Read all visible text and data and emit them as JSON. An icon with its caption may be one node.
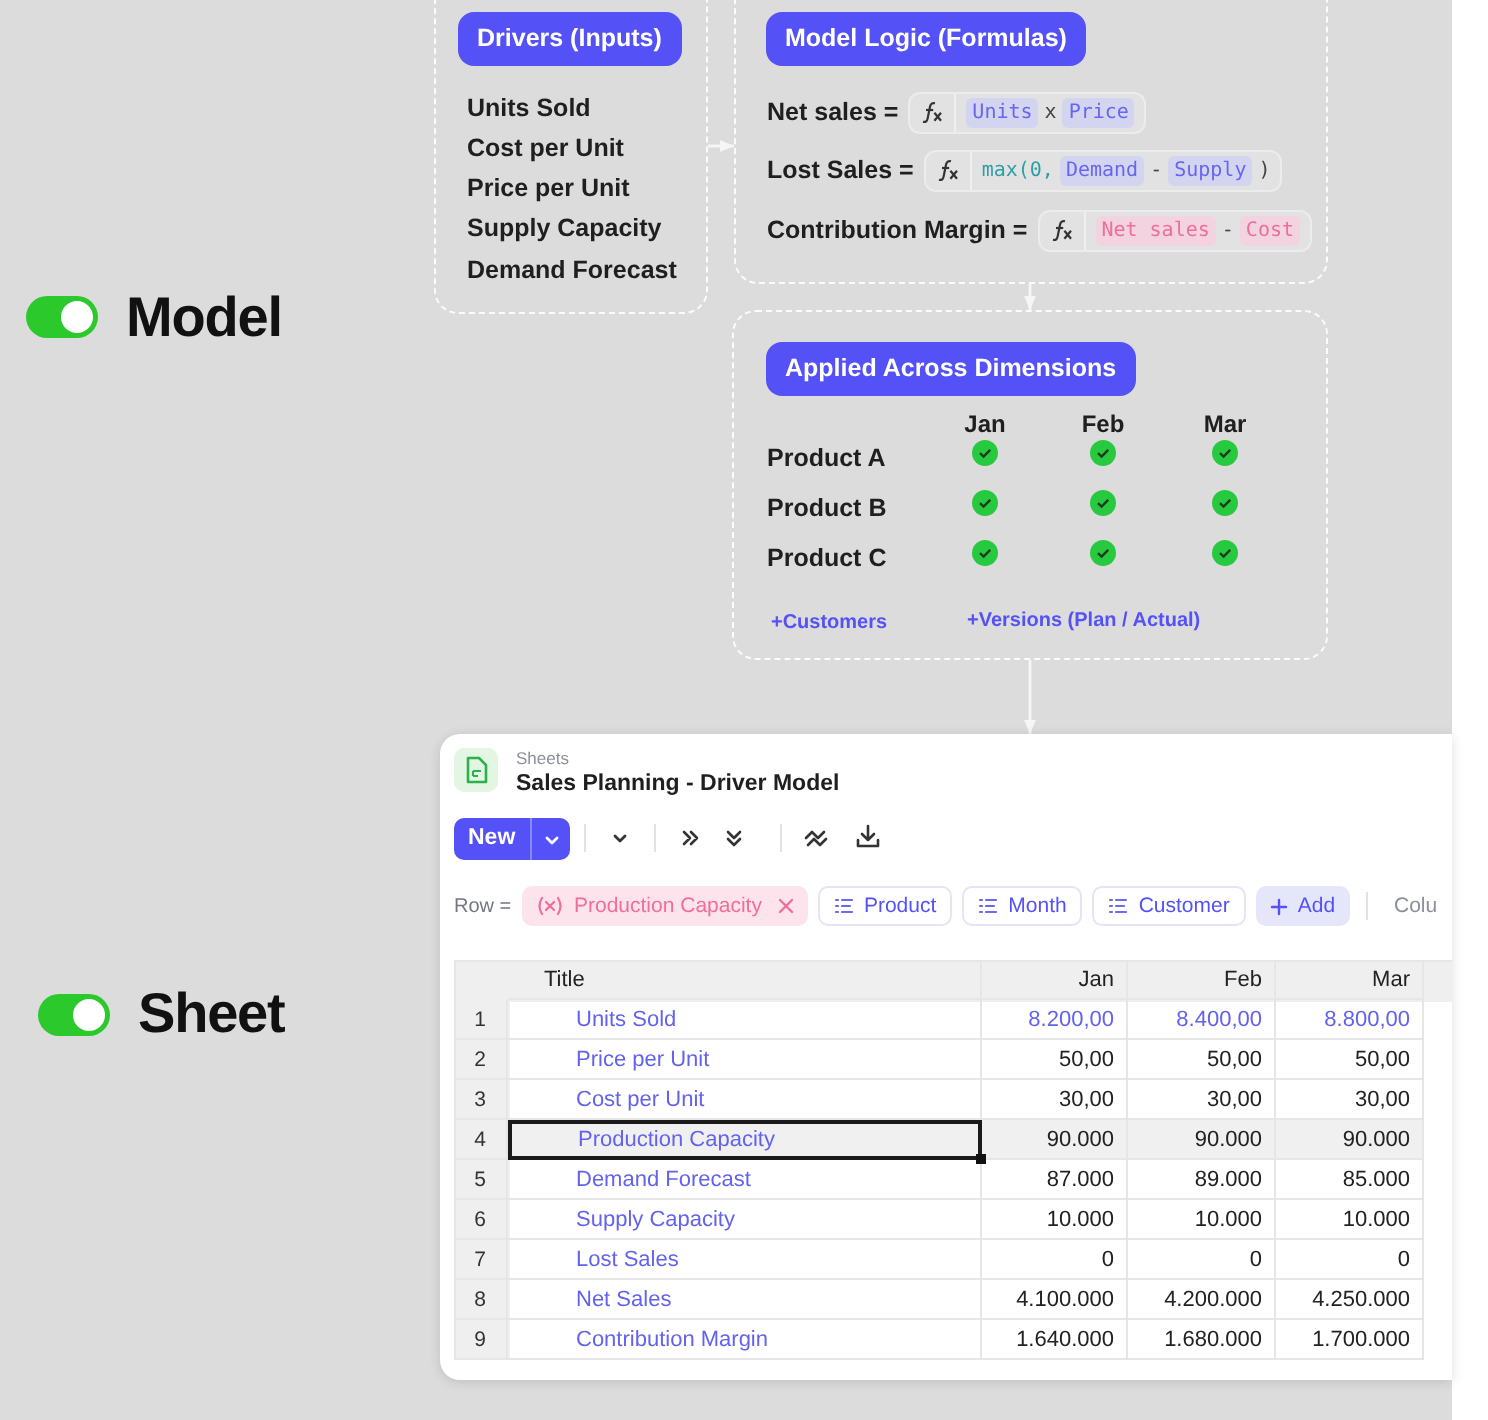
{
  "diagram": {
    "nodes": [
      {
        "text": [
          "Drivers (Inputs)",
          "Units Sold",
          "Cost per Unit",
          "Price per Unit",
          "Supply Capacity",
          "Demand Forecast"
        ]
      },
      {
        "text": [
          "Model Logic (Formulas)",
          "Net sales =",
          "Lost Sales =",
          "Contribution Margin ="
        ]
      },
      {
        "text": [
          "Units",
          "x",
          "Price"
        ],
        "in": 1
      },
      {
        "text": [
          "max(0,",
          "Demand",
          "-",
          "Supply",
          ")"
        ],
        "in": 1
      },
      {
        "text": [
          "Net sales",
          "-",
          "Cost"
        ],
        "in": 1
      },
      {
        "text": [
          "Applied Across Dimensions",
          "Jan",
          "Feb",
          "Mar",
          "Product A",
          "Product B",
          "Product C",
          "+Customers",
          "+Versions (Plan / Actual)"
        ]
      },
      {
        "text": [
          "Sheets",
          "Sales Planning - Driver Model",
          "New",
          "Row =",
          "Production Capacity",
          "Product",
          "Month",
          "Customer",
          "Add",
          "Colu"
        ]
      }
    ],
    "edges": [
      {
        "from": 0,
        "to": 1,
        "arrow": "to"
      },
      {
        "from": 1,
        "to": 5,
        "arrow": "to"
      },
      {
        "from": 5,
        "to": 6,
        "arrow": "to"
      }
    ],
    "labels": [
      "Model",
      "Sheet",
      "Title",
      "Jan",
      "Feb",
      "Mar",
      "1",
      "Units Sold",
      "8.200,00",
      "8.400,00",
      "8.800,00",
      "2",
      "Price per Unit",
      "50,00",
      "50,00",
      "50,00",
      "3",
      "Cost per Unit",
      "30,00",
      "30,00",
      "30,00",
      "4",
      "Production Capacity",
      "90.000",
      "90.000",
      "90.000",
      "5",
      "Demand Forecast",
      "87.000",
      "89.000",
      "85.000",
      "6",
      "Supply Capacity",
      "10.000",
      "10.000",
      "10.000",
      "7",
      "Lost Sales",
      "0",
      "0",
      "0",
      "8",
      "Net Sales",
      "4.100.000",
      "4.200.000",
      "4.250.000",
      "9",
      "Contribution Margin",
      "1.640.000",
      "1.680.000",
      "1.700.000"
    ]
  }
}
